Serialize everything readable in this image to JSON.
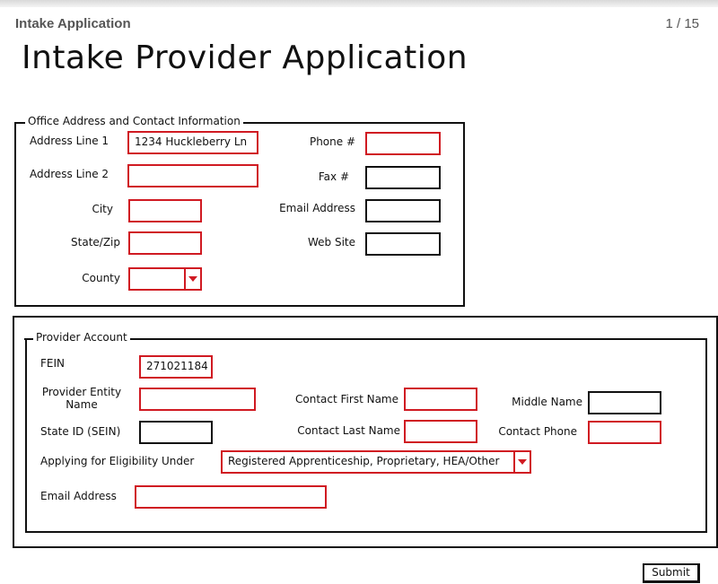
{
  "header": {
    "title": "Intake Application",
    "page_indicator": "1 / 15"
  },
  "page_title": "Intake Provider Application",
  "office": {
    "legend": "Office Address and Contact Information",
    "address1_label": "Address Line 1",
    "address1_value": "1234 Huckleberry Ln",
    "address2_label": "Address Line 2",
    "address2_value": "",
    "city_label": "City",
    "city_value": "",
    "statezip_label": "State/Zip",
    "statezip_value": "",
    "county_label": "County",
    "county_value": "",
    "phone_label": "Phone #",
    "phone_value": "",
    "fax_label": "Fax #",
    "fax_value": "",
    "email_label": "Email Address",
    "email_value": "",
    "web_label": "Web Site",
    "web_value": ""
  },
  "provider": {
    "legend": "Provider Account",
    "fein_label": "FEIN",
    "fein_value": "271021184",
    "entity_label_1": "Provider Entity",
    "entity_label_2": "Name",
    "entity_value": "",
    "stateid_label": "State ID (SEIN)",
    "stateid_value": "",
    "eligibility_label": "Applying for Eligibility Under",
    "eligibility_value": "Registered Apprenticeship, Proprietary, HEA/Other",
    "email_label": "Email Address",
    "email_value": "",
    "contact_first_label": "Contact First Name",
    "contact_first_value": "",
    "contact_last_label": "Contact Last Name",
    "contact_last_value": "",
    "middle_label": "Middle Name",
    "middle_value": "",
    "contact_phone_label": "Contact Phone",
    "contact_phone_value": ""
  },
  "submit_label": "Submit",
  "colors": {
    "required_border": "#d01a22",
    "border": "#111111",
    "header_text": "#555555"
  },
  "icons": {
    "dropdown": "chevron-down-icon"
  }
}
